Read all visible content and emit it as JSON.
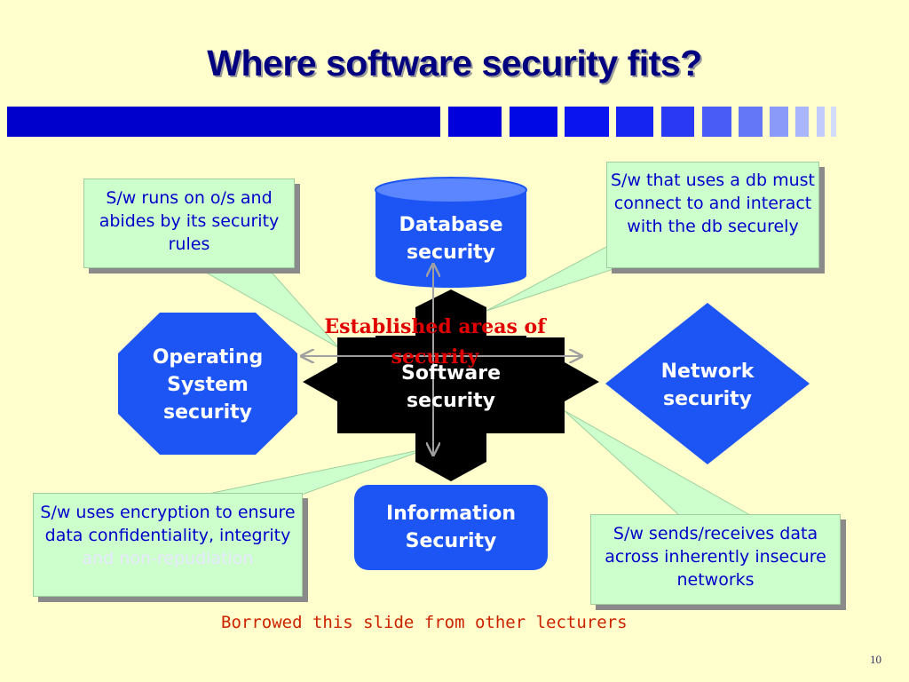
{
  "title": "Where software security fits?",
  "colors": {
    "background": "#fffecc",
    "shape_blue": "#1d55f4",
    "bar_blue": "#0000cc",
    "callout_fill": "#ccffcc",
    "callout_text": "#0000cc",
    "established_text": "#e00000"
  },
  "nodes": {
    "database": "Database security",
    "software": "Software security",
    "os": "Operating System security",
    "network": "Network security",
    "information": "Information Security"
  },
  "center_label": "Established areas of security",
  "callouts": {
    "os": "S/w runs on o/s and abides by its security rules",
    "db": "S/w that uses a db must connect to and interact with the db securely",
    "encryption_main": "S/w uses encryption to ensure data confidentiality, integrity",
    "encryption_faded": "and non-repudiation",
    "network": "S/w sends/receives data across inherently insecure networks"
  },
  "footer": "Borrowed this slide from other lecturers",
  "page_number": "10"
}
